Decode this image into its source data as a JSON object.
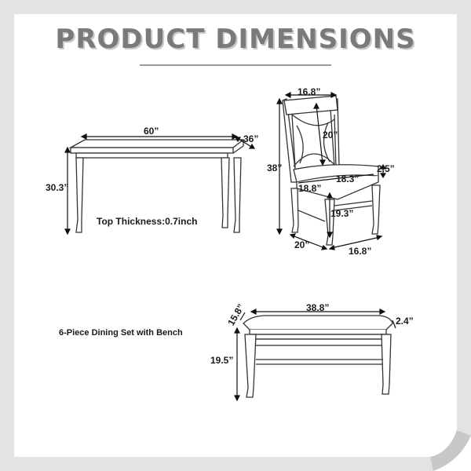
{
  "title": "PRODUCT DIMENSIONS",
  "table": {
    "length": "60”",
    "width": "36”",
    "height": "30.3”",
    "note": "Top Thickness:0.7inch"
  },
  "chair": {
    "top_width": "16.8”",
    "back_height": "20”",
    "total_height": "38”",
    "seat_width": "18.3”",
    "seat_depth": "18.8”",
    "seat_thickness": "2.5”",
    "seat_height": "19.3”",
    "base_depth": "20”",
    "base_width": "16.8”"
  },
  "bench": {
    "length": "38.8”",
    "depth": "15.8”",
    "thickness": "2.4”",
    "height": "19.5”",
    "caption": "6-Piece Dining Set with Bench"
  }
}
